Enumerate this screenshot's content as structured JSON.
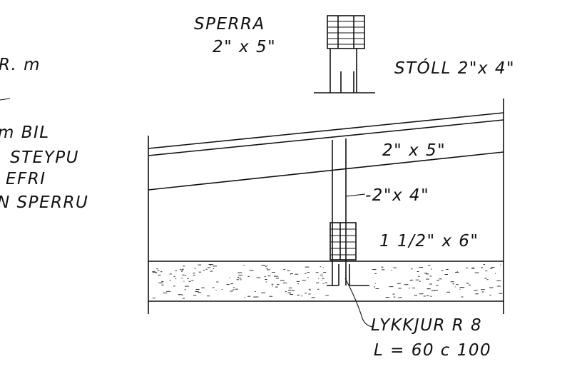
{
  "labels": {
    "sperra": "SPERRA",
    "sperra_size": "2\" x 5\"",
    "stoll": "STÓLL 2\"x 4\"",
    "beam_size": "2\" x 5\"",
    "post_size": "-2\"x 4\"",
    "sill_size": "1 1/2\" x 6\"",
    "lykkjur": "LYKKJUR R 8",
    "lykkjur_spacing": "L = 60 c 100"
  },
  "side_note": {
    "line1": "R. m",
    "line2": "m BIL",
    "line3": "STEYPU",
    "line4": "EFRI",
    "line5": "N SPERRU"
  }
}
